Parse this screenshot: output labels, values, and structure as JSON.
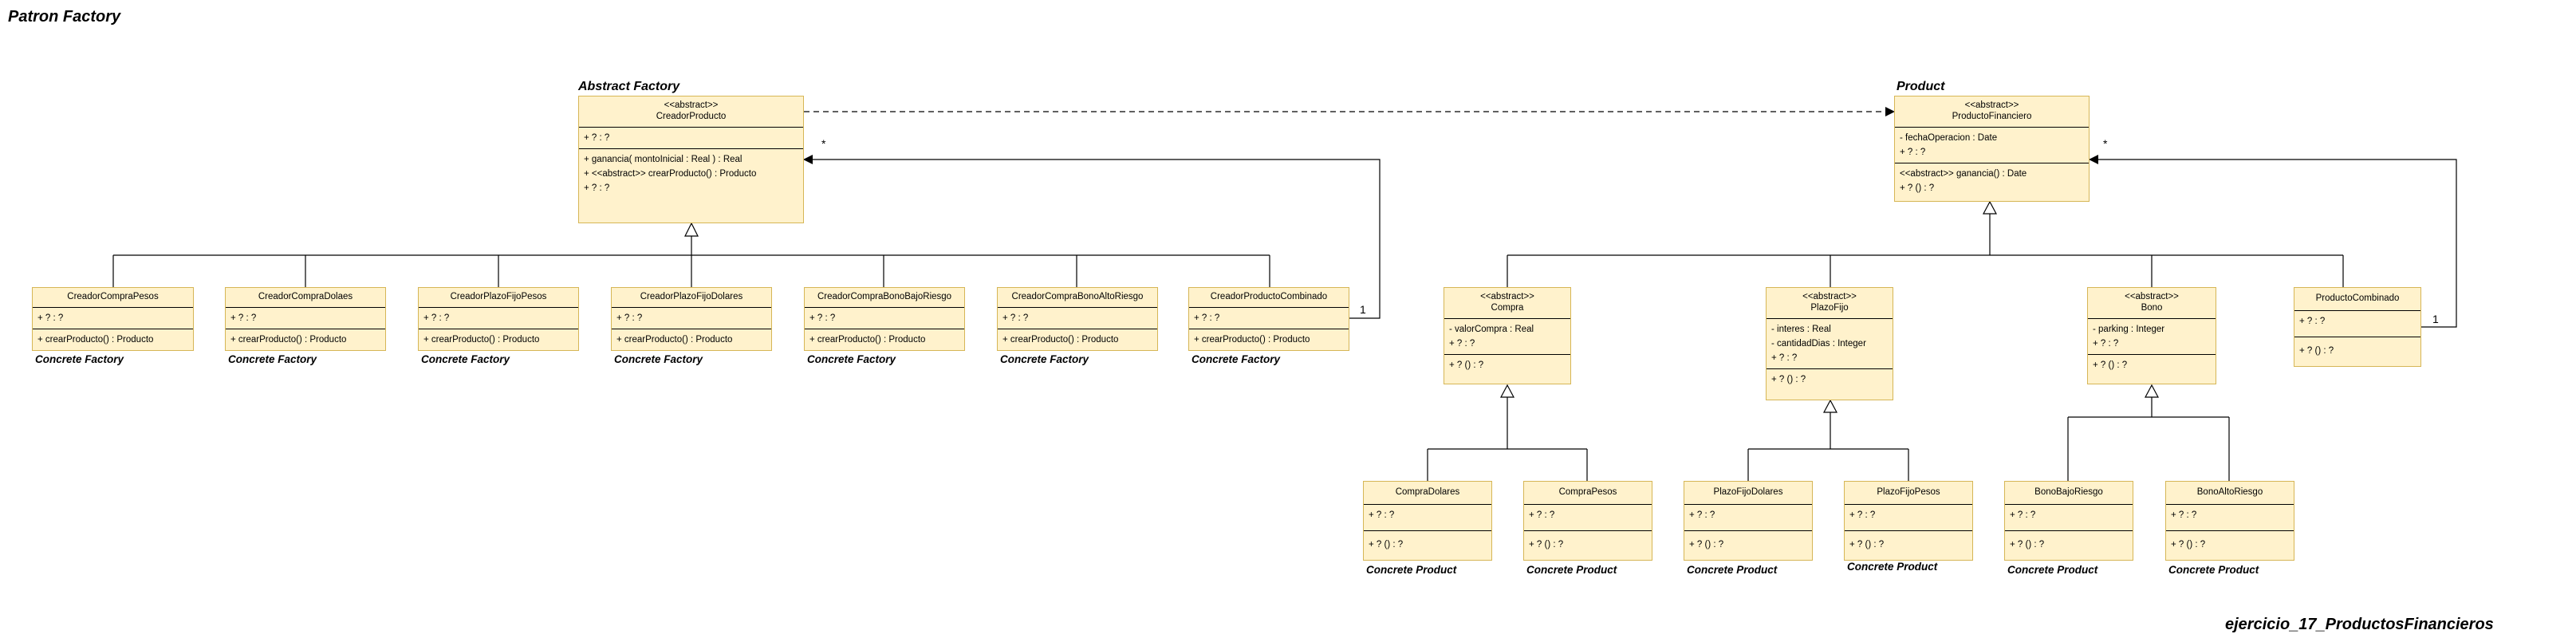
{
  "page_title": "Patron Factory",
  "footer": "ejercicio_17_ProductosFinancieros",
  "group_labels": {
    "factory": "Abstract Factory",
    "product": "Product"
  },
  "factory": {
    "creador": {
      "stereotype": "<<abstract>>",
      "name": "CreadorProducto",
      "attributes": [
        "+ ? : ?"
      ],
      "methods": [
        "+ ganancia( montoInicial : Real ) : Real",
        "+ <<abstract>> crearProducto() : Producto",
        "+ ? : ?"
      ]
    },
    "concretes": [
      {
        "name": "CreadorCompraPesos",
        "attribute": "+ ? : ?",
        "method": "+ crearProducto() : Producto",
        "label": "Concrete Factory"
      },
      {
        "name": "CreadorCompraDolaes",
        "attribute": "+ ? : ?",
        "method": "+ crearProducto() : Producto",
        "label": "Concrete Factory"
      },
      {
        "name": "CreadorPlazoFijoPesos",
        "attribute": "+ ? : ?",
        "method": "+ crearProducto() : Producto",
        "label": "Concrete Factory"
      },
      {
        "name": "CreadorPlazoFijoDolares",
        "attribute": "+ ? : ?",
        "method": "+ crearProducto() : Producto",
        "label": "Concrete Factory"
      },
      {
        "name": "CreadorCompraBonoBajoRiesgo",
        "attribute": "+ ? : ?",
        "method": "+ crearProducto() : Producto",
        "label": "Concrete Factory"
      },
      {
        "name": "CreadorCompraBonoAltoRiesgo",
        "attribute": "+ ? : ?",
        "method": "+ crearProducto() : Producto",
        "label": "Concrete Factory"
      },
      {
        "name": "CreadorProductoCombinado",
        "attribute": "+ ? : ?",
        "method": "+ crearProducto() : Producto",
        "label": "Concrete Factory"
      }
    ]
  },
  "product": {
    "base": {
      "stereotype": "<<abstract>>",
      "name": "ProductoFinanciero",
      "attributes": [
        "- fechaOperacion : Date",
        "+ ? : ?"
      ],
      "methods": [
        "<<abstract>> ganancia() : Date",
        "+ ? () : ?"
      ]
    },
    "compra": {
      "stereotype": "<<abstract>>",
      "name": "Compra",
      "attributes": [
        "- valorCompra : Real",
        "+ ? : ?"
      ],
      "methods": [
        "+ ? () : ?"
      ]
    },
    "plazofijo": {
      "stereotype": "<<abstract>>",
      "name": "PlazoFijo",
      "attributes": [
        "- interes : Real",
        "- cantidadDias : Integer",
        "+ ? : ?"
      ],
      "methods": [
        "+ ? () : ?"
      ]
    },
    "bono": {
      "stereotype": "<<abstract>>",
      "name": "Bono",
      "attributes": [
        "- parking : Integer",
        "+ ? : ?"
      ],
      "methods": [
        "+ ? () : ?"
      ]
    },
    "combinado": {
      "name": "ProductoCombinado",
      "attributes": [
        "+ ? : ?"
      ],
      "methods": [
        "+ ? () : ?"
      ]
    },
    "leaves": [
      {
        "name": "CompraDolares",
        "attribute": "+ ? : ?",
        "method": "+ ? () : ?",
        "label": "Concrete Product"
      },
      {
        "name": "CompraPesos",
        "attribute": "+ ? : ?",
        "method": "+ ? () : ?",
        "label": "Concrete Product"
      },
      {
        "name": "PlazoFijoDolares",
        "attribute": "+ ? : ?",
        "method": "+ ? () : ?",
        "label": "Concrete Product"
      },
      {
        "name": "PlazoFijoPesos",
        "attribute": "+ ? : ?",
        "method": "+ ? () : ?",
        "label": "Concrete Product"
      },
      {
        "name": "BonoBajoRiesgo",
        "attribute": "+ ? : ?",
        "method": "+ ? () : ?",
        "label": "Concrete Product"
      },
      {
        "name": "BonoAltoRiesgo",
        "attribute": "+ ? : ?",
        "method": "+ ? () : ?",
        "label": "Concrete Product"
      }
    ]
  },
  "multiplicities": {
    "creador_star": "*",
    "creador_one": "1",
    "producto_star": "*",
    "producto_one": "1"
  }
}
